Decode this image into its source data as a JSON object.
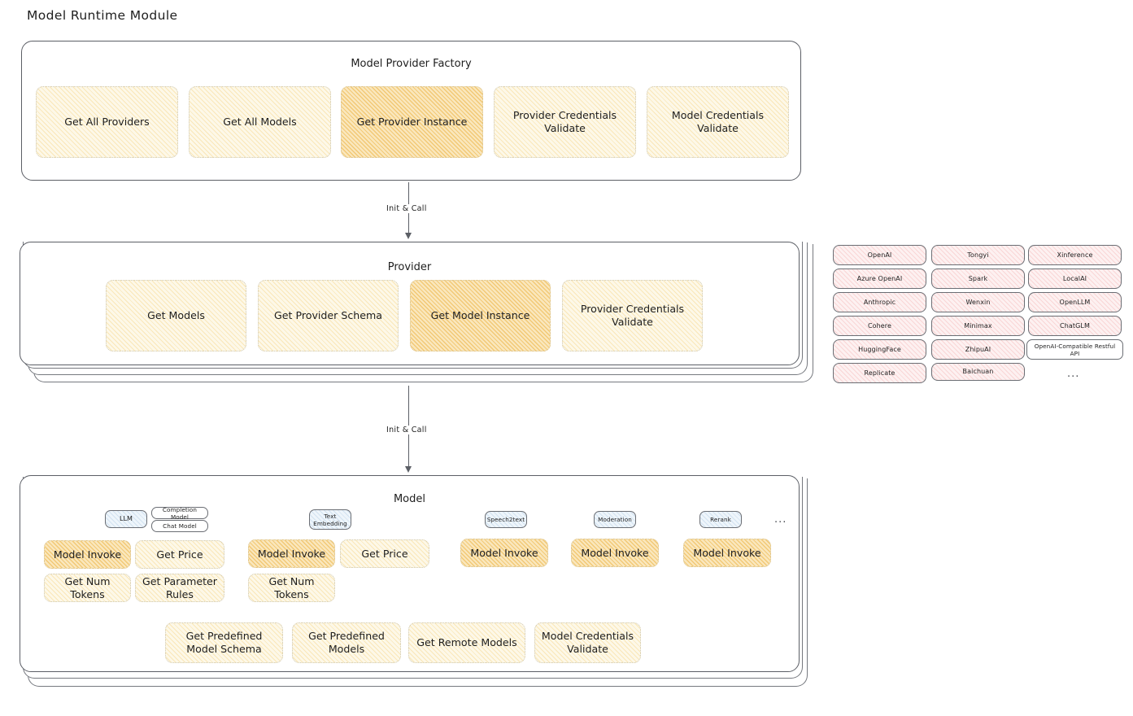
{
  "page": {
    "title": "Model Runtime Module"
  },
  "factory": {
    "title": "Model Provider Factory",
    "nodes": [
      {
        "label": "Get All Providers",
        "highlight": false
      },
      {
        "label": "Get All Models",
        "highlight": false
      },
      {
        "label": "Get Provider Instance",
        "highlight": true
      },
      {
        "label": "Provider Credentials Validate",
        "highlight": false
      },
      {
        "label": "Model Credentials Validate",
        "highlight": false
      }
    ]
  },
  "arrows": {
    "factory_to_provider": "Init & Call",
    "provider_to_model": "Init & Call"
  },
  "provider": {
    "title": "Provider",
    "nodes": [
      {
        "label": "Get Models",
        "highlight": false
      },
      {
        "label": "Get Provider Schema",
        "highlight": false
      },
      {
        "label": "Get Model Instance",
        "highlight": true
      },
      {
        "label": "Provider Credentials Validate",
        "highlight": false
      }
    ]
  },
  "provider_list": {
    "columns": [
      [
        "OpenAI",
        "Azure OpenAI",
        "Anthropic",
        "Cohere",
        "HuggingFace",
        "Replicate"
      ],
      [
        "Tongyi",
        "Spark",
        "Wenxin",
        "Minimax",
        "ZhipuAI",
        "Baichuan"
      ],
      [
        "Xinference",
        "LocalAI",
        "OpenLLM",
        "ChatGLM",
        "OpenAI-Compatible Restful API"
      ]
    ],
    "more": "..."
  },
  "model": {
    "title": "Model",
    "more_types": "...",
    "types": [
      {
        "tag": "LLM",
        "subtags": [
          "Completion Model",
          "Chat Model"
        ],
        "methods": [
          {
            "label": "Model Invoke",
            "highlight": true
          },
          {
            "label": "Get Price",
            "highlight": false
          },
          {
            "label": "Get Num Tokens",
            "highlight": false
          },
          {
            "label": "Get Parameter Rules",
            "highlight": false
          }
        ]
      },
      {
        "tag": "Text Embedding",
        "subtags": [],
        "methods": [
          {
            "label": "Model Invoke",
            "highlight": true
          },
          {
            "label": "Get Price",
            "highlight": false
          },
          {
            "label": "Get Num Tokens",
            "highlight": false
          }
        ]
      },
      {
        "tag": "Speech2text",
        "subtags": [],
        "methods": [
          {
            "label": "Model Invoke",
            "highlight": true
          }
        ]
      },
      {
        "tag": "Moderation",
        "subtags": [],
        "methods": [
          {
            "label": "Model Invoke",
            "highlight": true
          }
        ]
      },
      {
        "tag": "Rerank",
        "subtags": [],
        "methods": [
          {
            "label": "Model Invoke",
            "highlight": true
          }
        ]
      }
    ],
    "common_methods": [
      {
        "label": "Get Predefined Model Schema"
      },
      {
        "label": "Get Predefined Models"
      },
      {
        "label": "Get Remote Models"
      },
      {
        "label": "Model Credentials Validate"
      }
    ]
  }
}
